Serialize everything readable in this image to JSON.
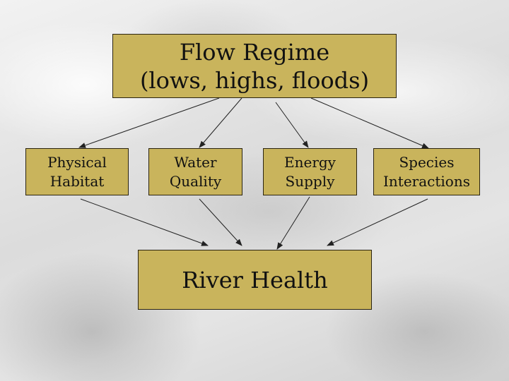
{
  "diagram": {
    "top": {
      "line1": "Flow Regime",
      "line2": "(lows, highs, floods)"
    },
    "middle": [
      {
        "line1": "Physical",
        "line2": "Habitat"
      },
      {
        "line1": "Water",
        "line2": "Quality"
      },
      {
        "line1": "Energy",
        "line2": "Supply"
      },
      {
        "line1": "Species",
        "line2": "Interactions"
      }
    ],
    "bottom": {
      "label": "River Health"
    },
    "colors": {
      "box_fill": "#c9b45c",
      "box_border": "#2b2410",
      "arrow": "#222222"
    }
  }
}
